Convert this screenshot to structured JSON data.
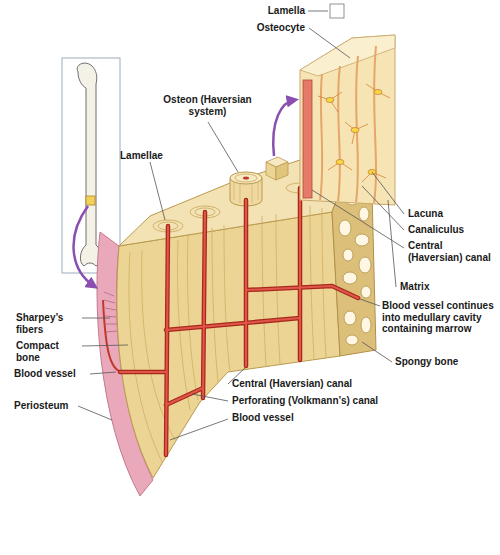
{
  "diagram": {
    "labels": [
      "Lamella",
      "Osteocyte",
      "Osteon (Haversian system)",
      "Lamellae",
      "Sharpey’s fibers",
      "Compact bone",
      "Blood vessel",
      "Periosteum",
      "Lacuna",
      "Canaliculus",
      "Central (Haversian) canal",
      "Matrix",
      "Blood vessel continues into medullary cavity containing marrow",
      "Spongy bone",
      "Central (Haversian) canal",
      "Perforating (Volkmann’s) canal",
      "Blood vessel"
    ]
  }
}
